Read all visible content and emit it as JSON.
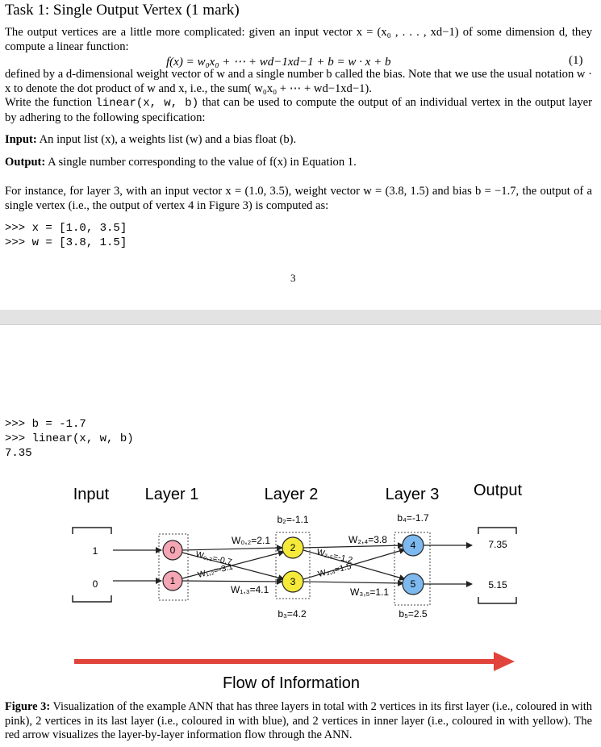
{
  "task": {
    "title": "Task 1: Single Output Vertex (1 mark)"
  },
  "intro": {
    "line1": "The output vertices are a little more complicated: given an input vector x = (x₀ , . . . , xd−1) of some dimension d, they compute a linear function:"
  },
  "equation": {
    "formula": "f(x) = w₀x₀ + ⋯ + wd−1xd−1 + b = w · x + b",
    "number": "(1)"
  },
  "definition": {
    "text1": "defined by a d-dimensional weight vector of w and a single number b called the bias. Note that we use the usual notation w · x to denote the dot product of w and x, i.e., the sum( w₀x₀ + ⋯ + wd−1xd−1).",
    "write_prefix": "Write the function ",
    "write_code": "linear(x, w, b)",
    "write_suffix": " that can be used to compute the output of an individual vertex in the output layer by adhering to the following specification:"
  },
  "spec": {
    "input_label": "Input:",
    "input_text": " An input list (x), a weights list (w) and a bias float (b).",
    "output_label": "Output:",
    "output_text": " A single number corresponding to the value of f(x) in Equation 1."
  },
  "example": {
    "text": "For instance, for layer 3, with an input vector x = (1.0, 3.5), weight vector w = (3.8, 1.5) and bias b = −1.7, the output of a single vertex (i.e., the output of vertex 4 in Figure 3) is computed as:",
    "code_top": ">>> x = [1.0, 3.5]\n>>> w = [3.8, 1.5]",
    "page_number": "3",
    "code_bottom": ">>> b = -1.7\n>>> linear(x, w, b)\n7.35"
  },
  "figure": {
    "headers": {
      "input": "Input",
      "layer1": "Layer 1",
      "layer2": "Layer 2",
      "layer3": "Layer 3",
      "output": "Output"
    },
    "inputs": [
      "1",
      "0"
    ],
    "layer1_nodes": [
      "0",
      "1"
    ],
    "layer2_nodes": [
      "2",
      "3"
    ],
    "layer3_nodes": [
      "4",
      "5"
    ],
    "outputs": [
      "7.35",
      "5.15"
    ],
    "biases": {
      "b2": "b₂=-1.1",
      "b3": "b₃=4.2",
      "b4": "b₄=-1.7",
      "b5": "b₅=2.5"
    },
    "weights": {
      "w02": "W₀,₂=2.1",
      "w03": "W₀,₃=-0.7",
      "w12": "W₁,₂=-3.1",
      "w13": "W₁,₃=4.1",
      "w24": "W₂,₄=3.8",
      "w25": "W₂,₅=-1.2",
      "w34": "W₃,₄=1.5",
      "w35": "W₃,₅=1.1"
    },
    "flow_label": "Flow of Information",
    "colors": {
      "layer1": "#f4a6b4",
      "layer2": "#f5ea3a",
      "layer3": "#7db9ee",
      "arrow": "#e0443a"
    }
  },
  "caption": {
    "label": "Figure 3:",
    "text": " Visualization of the example ANN that has three layers in total with 2 vertices in its first layer (i.e., coloured in with pink), 2 vertices in its last layer (i.e., coloured in with blue), and 2 vertices in inner layer (i.e., coloured in with yellow). The red arrow visualizes the layer-by-layer information flow through the ANN."
  }
}
